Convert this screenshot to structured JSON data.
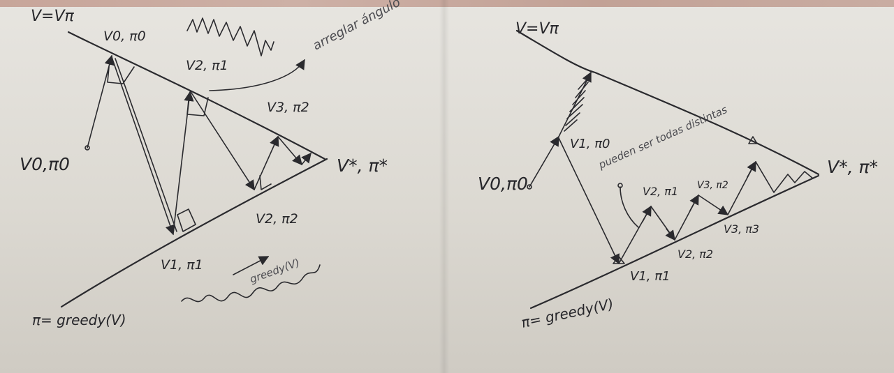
{
  "left_diagram": {
    "top_line_label": "V=Vπ",
    "bottom_line_label": "π= greedy(V)",
    "start_label": "V0,π0",
    "limit_label": "V*, π*",
    "upper_points": [
      "V0, π0",
      "V2, π1",
      "V3, π2"
    ],
    "lower_points": [
      "V1, π1",
      "V2, π2"
    ],
    "note": "arreglar ángulo",
    "scribble_label": "greedy(V)"
  },
  "right_diagram": {
    "top_line_label": "V=Vπ",
    "bottom_line_label": "π= greedy(V)",
    "start_label": "V0,π0",
    "limit_label": "V*, π*",
    "upper_points": [
      "V1, π0",
      "V2, π1",
      "V3, π2"
    ],
    "lower_points": [
      "V1, π1",
      "V2, π2",
      "V3, π3"
    ],
    "note": "pueden ser todas distintas"
  },
  "colors": {
    "paper": "#e3e1db",
    "ink": "#2a2a2e"
  }
}
